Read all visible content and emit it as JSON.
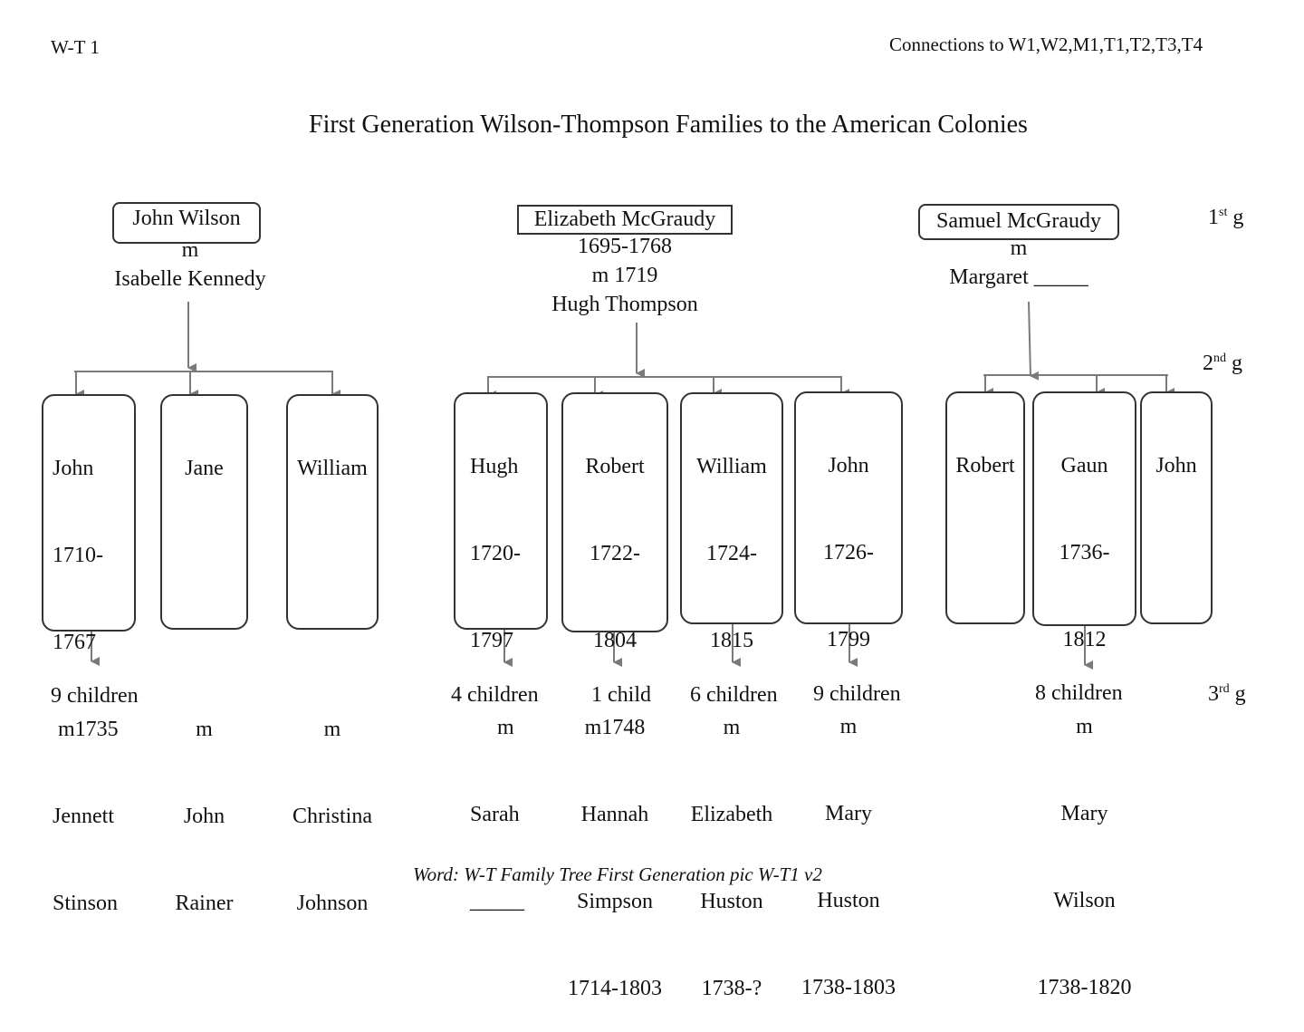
{
  "header": {
    "page_id": "W-T 1",
    "connections": "Connections to W1,W2,M1,T1,T2,T3,T4",
    "title": "First Generation Wilson-Thompson Families to the American Colonies"
  },
  "generations": {
    "first": {
      "num": "1",
      "sup": "st",
      "suffix": " g"
    },
    "second": {
      "num": "2",
      "sup": "nd",
      "suffix": " g"
    },
    "third": {
      "num": "3",
      "sup": "rd",
      "suffix": " g"
    }
  },
  "families": [
    {
      "root": "John Wilson",
      "info": "m\nIsabelle Kennedy",
      "children": [
        {
          "lines": [
            "John",
            "1710-",
            "1767",
            " m1735",
            "Jennett",
            "Stinson"
          ],
          "count": "9 children"
        },
        {
          "lines": [
            "Jane",
            "",
            "",
            "m",
            "John",
            "Rainer"
          ],
          "count": ""
        },
        {
          "lines": [
            "William",
            "",
            "",
            "m",
            "Christina",
            "Johnson"
          ],
          "count": ""
        }
      ]
    },
    {
      "root": "Elizabeth McGraudy",
      "info": "1695-1768\nm 1719\nHugh Thompson",
      "children": [
        {
          "lines": [
            "Hugh",
            "1720-",
            "1797",
            "m",
            "Sarah",
            "_____"
          ],
          "count": "4 children"
        },
        {
          "lines": [
            "Robert",
            "1722-",
            "1804",
            "m1748",
            "Hannah",
            "Simpson",
            "1714-1803"
          ],
          "count": "1 child"
        },
        {
          "lines": [
            "William",
            "1724-",
            "1815",
            "m",
            "Elizabeth",
            "Huston",
            "1738-?"
          ],
          "count": "6 children"
        },
        {
          "lines": [
            "John",
            "1726-",
            "1799",
            "m",
            "Mary",
            "Huston",
            "1738-1803"
          ],
          "count": "9 children"
        }
      ]
    },
    {
      "root": "Samuel McGraudy",
      "info": "m\nMargaret _____",
      "children": [
        {
          "lines": [
            "Robert"
          ],
          "count": ""
        },
        {
          "lines": [
            "Gaun",
            "1736-",
            "1812",
            "m",
            "Mary",
            "Wilson",
            "1738-1820"
          ],
          "count": "8 children"
        },
        {
          "lines": [
            "John"
          ],
          "count": ""
        }
      ]
    }
  ],
  "footer": "Word: W-T Family Tree First Generation pic W-T1 v2"
}
